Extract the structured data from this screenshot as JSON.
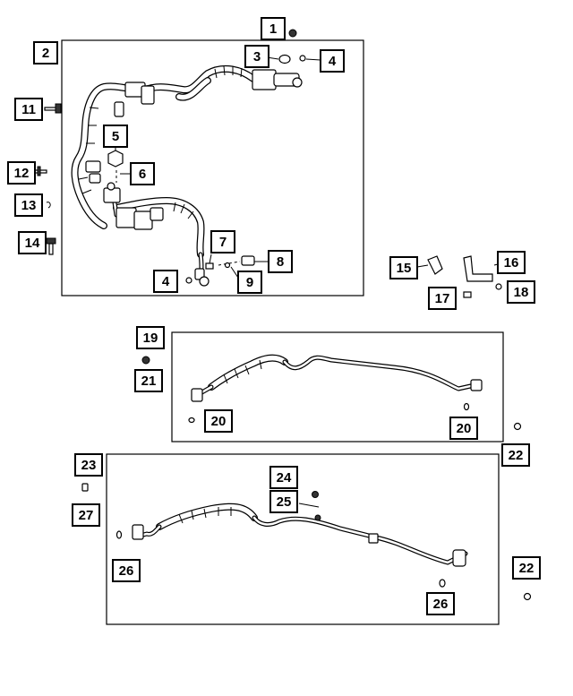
{
  "diagram": {
    "callouts": [
      {
        "id": "c1",
        "label": "1"
      },
      {
        "id": "c2",
        "label": "2"
      },
      {
        "id": "c3",
        "label": "3"
      },
      {
        "id": "c4a",
        "label": "4"
      },
      {
        "id": "c4b",
        "label": "4"
      },
      {
        "id": "c5",
        "label": "5"
      },
      {
        "id": "c6",
        "label": "6"
      },
      {
        "id": "c7",
        "label": "7"
      },
      {
        "id": "c8",
        "label": "8"
      },
      {
        "id": "c9",
        "label": "9"
      },
      {
        "id": "c11",
        "label": "11"
      },
      {
        "id": "c12",
        "label": "12"
      },
      {
        "id": "c13",
        "label": "13"
      },
      {
        "id": "c14",
        "label": "14"
      },
      {
        "id": "c15",
        "label": "15"
      },
      {
        "id": "c16",
        "label": "16"
      },
      {
        "id": "c17",
        "label": "17"
      },
      {
        "id": "c18",
        "label": "18"
      },
      {
        "id": "c19",
        "label": "19"
      },
      {
        "id": "c20a",
        "label": "20"
      },
      {
        "id": "c20b",
        "label": "20"
      },
      {
        "id": "c21",
        "label": "21"
      },
      {
        "id": "c22a",
        "label": "22"
      },
      {
        "id": "c22b",
        "label": "22"
      },
      {
        "id": "c23",
        "label": "23"
      },
      {
        "id": "c24",
        "label": "24"
      },
      {
        "id": "c25",
        "label": "25"
      },
      {
        "id": "c26a",
        "label": "26"
      },
      {
        "id": "c26b",
        "label": "26"
      },
      {
        "id": "c27",
        "label": "27"
      }
    ]
  }
}
